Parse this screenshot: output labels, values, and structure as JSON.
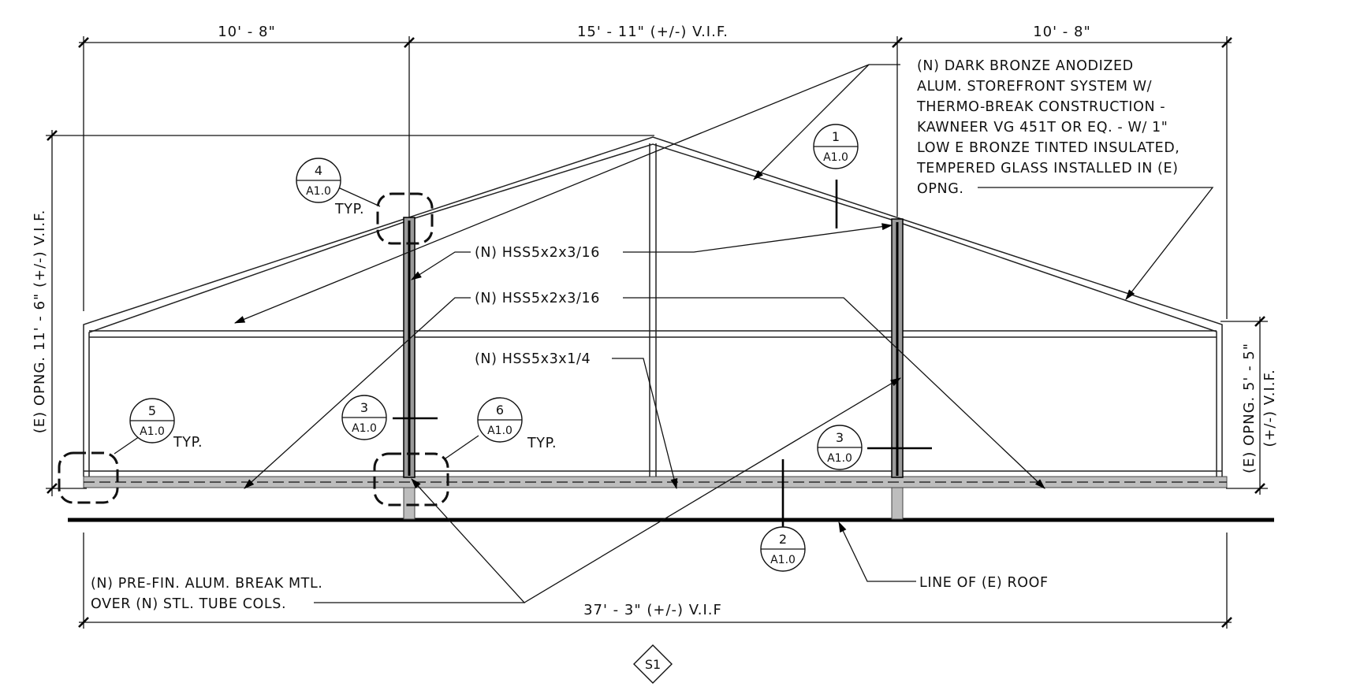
{
  "dimensions": {
    "top_left": "10' - 8\"",
    "top_middle": "15' - 11\" (+/-) V.I.F.",
    "top_right": "10' - 8\"",
    "left_height": "(E) OPNG. 11' - 6\" (+/-) V.I.F.",
    "right_height_line1": "(E) OPNG. 5' - 5\"",
    "right_height_line2": "(+/-) V.I.F.",
    "bottom_overall": "37' - 3\" (+/-) V.I.F"
  },
  "notes": {
    "storefront": [
      "(N) DARK BRONZE ANODIZED",
      "ALUM. STOREFRONT SYSTEM W/",
      "THERMO-BREAK CONSTRUCTION -",
      "KAWNEER VG 451T OR EQ. - W/ 1\"",
      "LOW E BRONZE TINTED INSULATED,",
      "TEMPERED GLASS INSTALLED IN (E)",
      "OPNG."
    ],
    "hss_upper": "(N) HSS5x2x3/16",
    "hss_lower": "(N) HSS5x2x3/16",
    "hss_beam": "(N) HSS5x3x1/4",
    "break_metal": [
      "(N) PRE-FIN. ALUM. BREAK MTL.",
      "OVER (N) STL. TUBE COLS."
    ],
    "roof": "LINE OF (E) ROOF"
  },
  "detail_tags": [
    {
      "number": "4",
      "sheet": "A1.0",
      "suffix": "TYP."
    },
    {
      "number": "1",
      "sheet": "A1.0",
      "suffix": ""
    },
    {
      "number": "5",
      "sheet": "A1.0",
      "suffix": "TYP."
    },
    {
      "number": "3",
      "sheet": "A1.0",
      "suffix": ""
    },
    {
      "number": "6",
      "sheet": "A1.0",
      "suffix": "TYP."
    },
    {
      "number": "3",
      "sheet": "A1.0",
      "suffix": ""
    },
    {
      "number": "2",
      "sheet": "A1.0",
      "suffix": ""
    }
  ],
  "sheet_marker": "S1"
}
